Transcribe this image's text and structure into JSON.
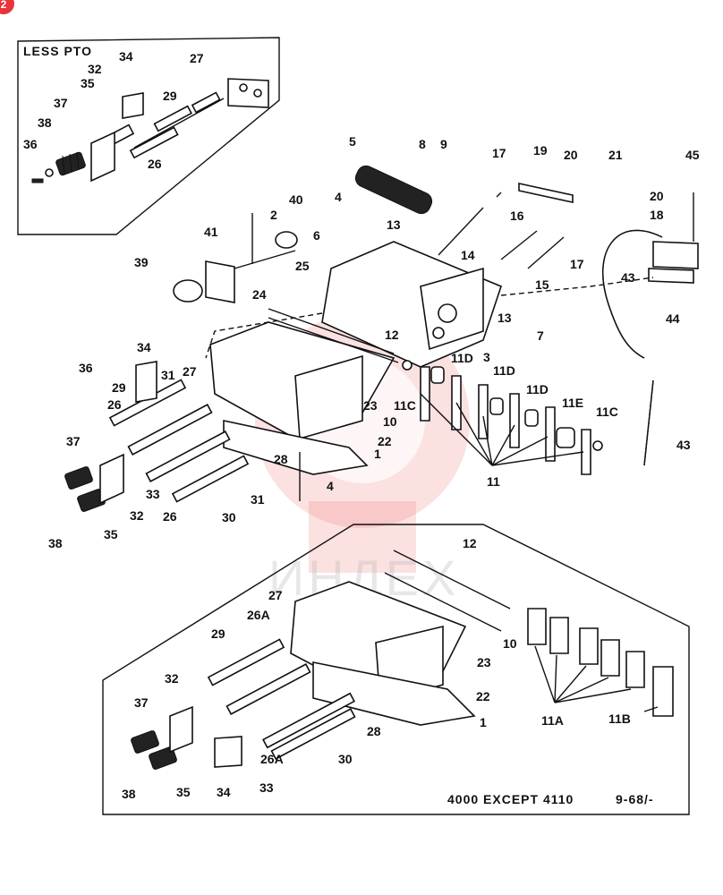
{
  "badge": {
    "text": "2",
    "color": "#e8343c"
  },
  "watermark": {
    "text": "ИНДЕХ",
    "color": "#f05a5a"
  },
  "insets": {
    "less_pto": {
      "caption": "LESS PTO"
    },
    "bottom": {
      "caption": "4000 EXCEPT 4110",
      "date": "9-68/-"
    }
  },
  "callouts": {
    "c34a": "34",
    "c27a": "27",
    "c32a": "32",
    "c35a": "35",
    "c29a": "29",
    "c37a": "37",
    "c38a": "38",
    "c36a": "36",
    "c26a": "26",
    "c5": "5",
    "c8": "8",
    "c9": "9",
    "c17a": "17",
    "c19": "19",
    "c20a": "20",
    "c21": "21",
    "c45": "45",
    "c20b": "20",
    "c18": "18",
    "c40": "40",
    "c4a": "4",
    "c2": "2",
    "c41": "41",
    "c6": "6",
    "c13a": "13",
    "c14": "14",
    "c16": "16",
    "c17b": "17",
    "c39": "39",
    "c25": "25",
    "c24": "24",
    "c15": "15",
    "c13b": "13",
    "c43a": "43",
    "c44": "44",
    "c12a": "12",
    "c7": "7",
    "c3": "3",
    "c34b": "34",
    "c11Da": "11D",
    "c11Db": "11D",
    "c11Dc": "11D",
    "c11E": "11E",
    "c36b": "36",
    "c31a": "31",
    "c27b": "27",
    "c29b": "29",
    "c26b": "26",
    "c11Ca": "11C",
    "c11Cb": "11C",
    "c23a": "23",
    "c10a": "10",
    "c22a": "22",
    "c37b": "37",
    "c28a": "28",
    "c1a": "1",
    "c11": "11",
    "c43b": "43",
    "c31b": "31",
    "c33a": "33",
    "c32b": "32",
    "c26c": "26",
    "c30a": "30",
    "c4b": "4",
    "c38b": "38",
    "c35b": "35",
    "c12b": "12",
    "c27c": "27",
    "c26Aa": "26A",
    "c29c": "29",
    "c10b": "10",
    "c23b": "23",
    "c32c": "32",
    "c22b": "22",
    "c37c": "37",
    "c1b": "1",
    "c11A": "11A",
    "c11B": "11B",
    "c28b": "28",
    "c26Ab": "26A",
    "c30b": "30",
    "c38c": "38",
    "c35c": "35",
    "c34c": "34",
    "c33b": "33"
  }
}
